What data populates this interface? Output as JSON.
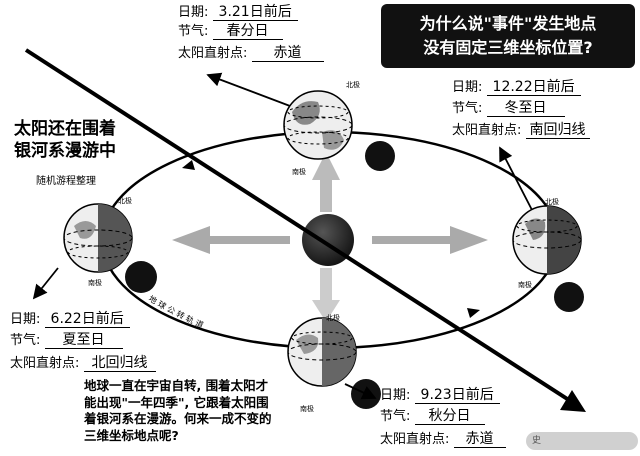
{
  "question": {
    "line1": "为什么说\"事件\"发生地点",
    "line2": "没有固定三维坐标位置?"
  },
  "headline": {
    "line1": "太阳还在围着",
    "line2": "银河系漫游中",
    "subtitle": "随机游程整理"
  },
  "orbit_label": "地 球 公 转 轨 道",
  "poles": {
    "north": "北极",
    "south": "南极"
  },
  "seasons": {
    "spring": {
      "date_label": "日期:",
      "date": "3.21日前后",
      "term_label": "节气:",
      "term": "春分日",
      "point_label": "太阳直射点:",
      "point": "赤道"
    },
    "winter": {
      "date_label": "日期:",
      "date": "12.22日前后",
      "term_label": "节气:",
      "term": "冬至日",
      "point_label": "太阳直射点:",
      "point": "南回归线"
    },
    "summer": {
      "date_label": "日期:",
      "date": "6.22日前后",
      "term_label": "节气:",
      "term": "夏至日",
      "point_label": "太阳直射点:",
      "point": "北回归线"
    },
    "autumn": {
      "date_label": "日期:",
      "date": "9.23日前后",
      "term_label": "节气:",
      "term": "秋分日",
      "point_label": "太阳直射点:",
      "point": "赤道"
    }
  },
  "caption": "地球一直在宇宙自转, 围着太阳才能出现\"一年四季\", 它跟着太阳围着银河系在漫游。何来一成不变的三维坐标地点呢?",
  "watermark": "史"
}
